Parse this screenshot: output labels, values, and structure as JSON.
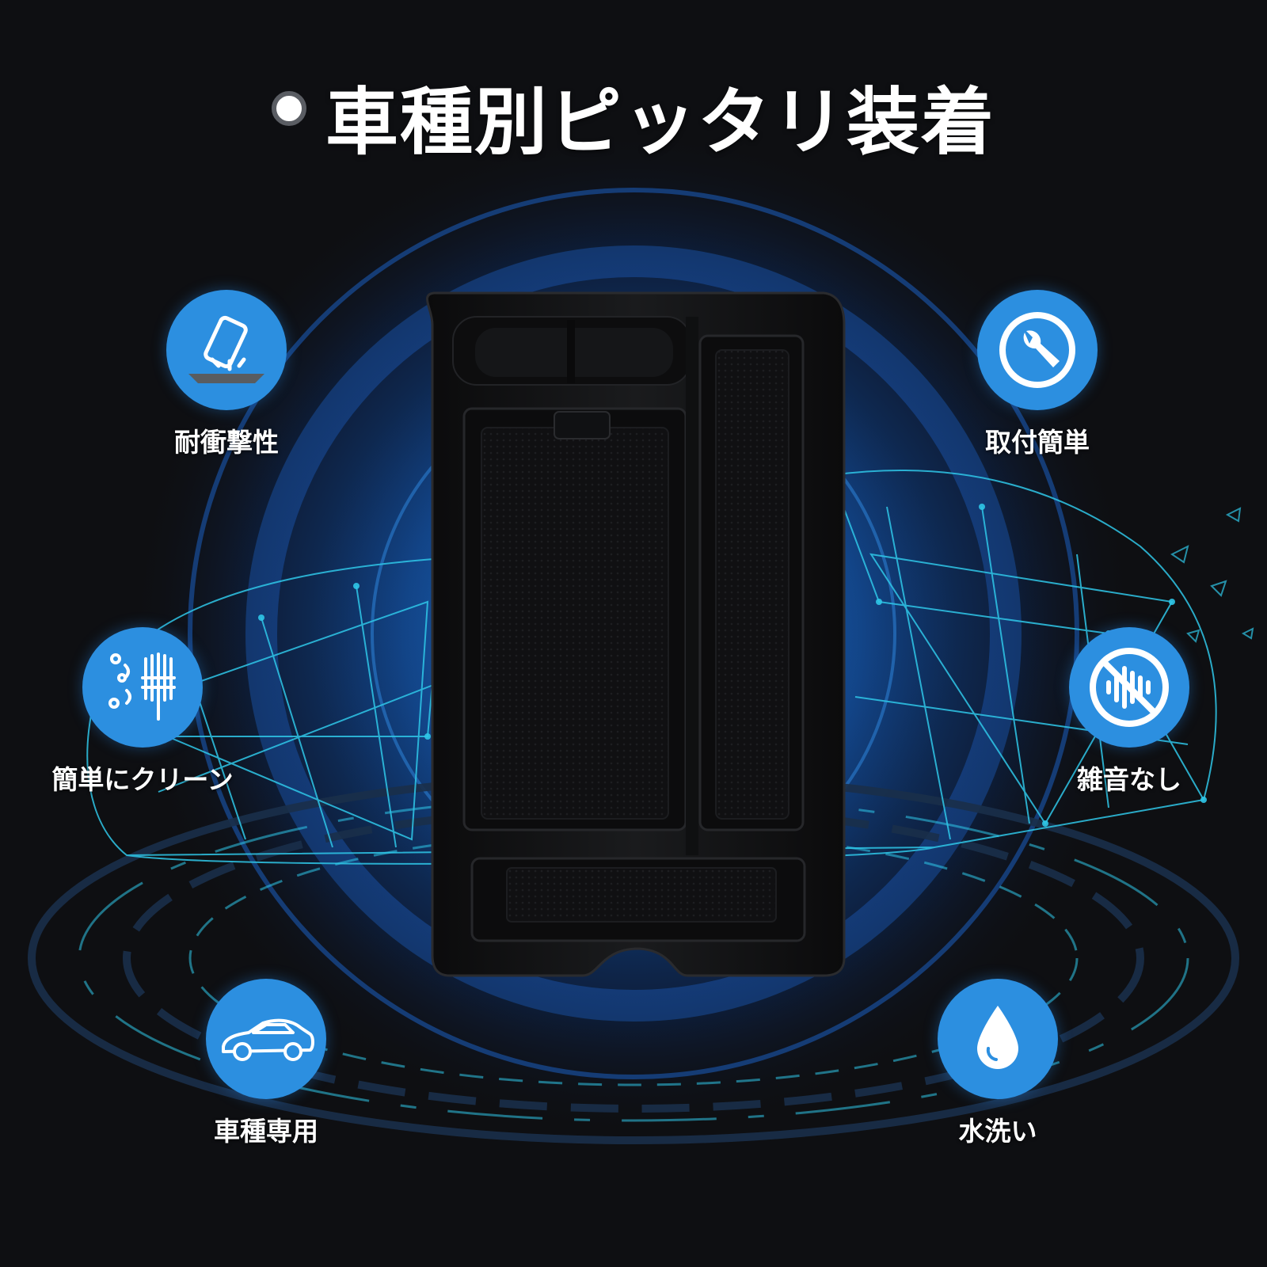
{
  "headline": "車種別ピッタリ装着",
  "features": {
    "impact": {
      "label": "耐衝撃性",
      "icon": "phone-impact-icon"
    },
    "install": {
      "label": "取付簡単",
      "icon": "wrench-icon"
    },
    "clean": {
      "label": "簡単にクリーン",
      "icon": "brush-icon"
    },
    "silent": {
      "label": "雑音なし",
      "icon": "no-sound-icon"
    },
    "fit": {
      "label": "車種専用",
      "icon": "car-icon"
    },
    "wash": {
      "label": "水洗い",
      "icon": "water-drop-icon"
    }
  },
  "colors": {
    "background": "#0e0f12",
    "icon_disc": "#2c8fe0",
    "glow": "#1c6fd0",
    "wireframe": "#2fc7e8",
    "tray": "#141416"
  }
}
